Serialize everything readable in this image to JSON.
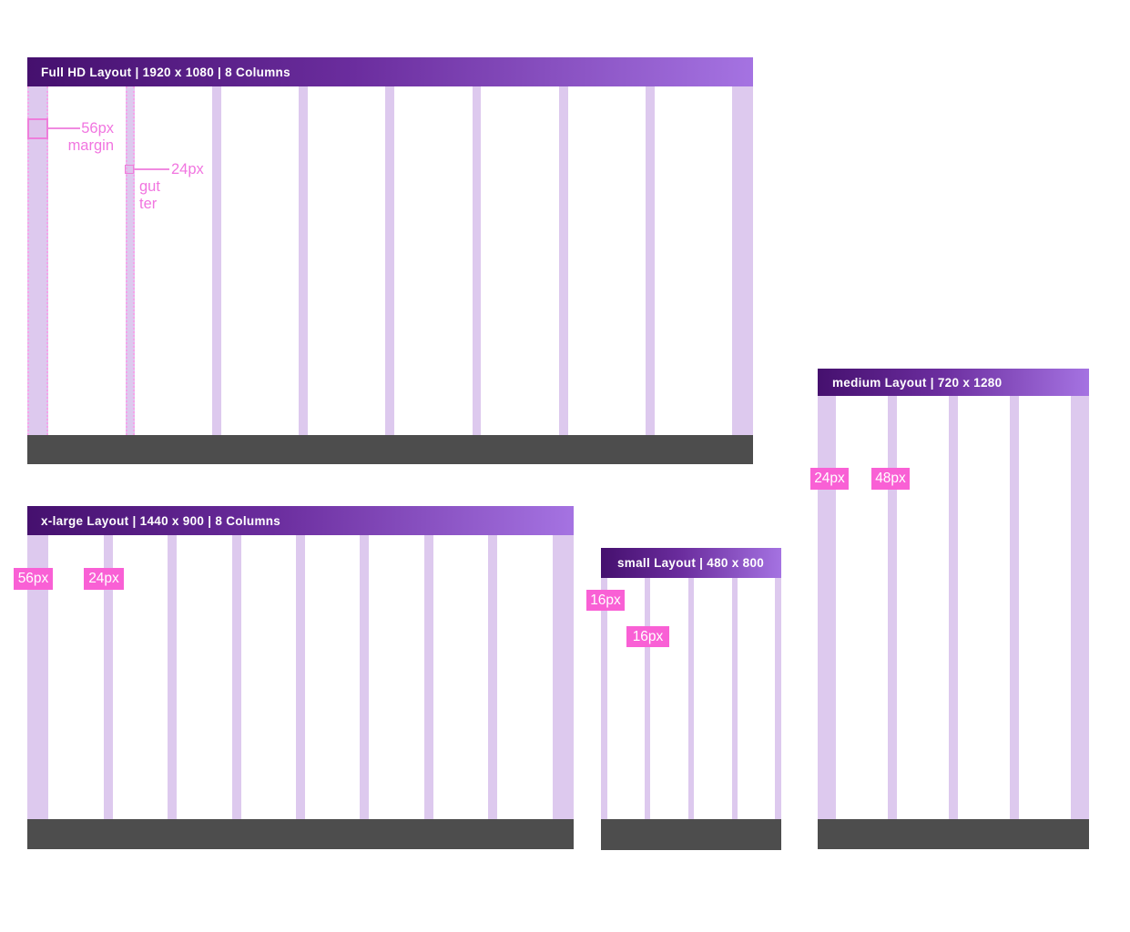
{
  "artboards": {
    "full_hd": {
      "title": "Full HD Layout | 1920 x 1080 | 8 Columns",
      "annotations": {
        "margin": {
          "value": "56px",
          "word": "margin"
        },
        "gutter": {
          "value": "24px",
          "word_lines": [
            "gut",
            "ter"
          ]
        }
      }
    },
    "x_large": {
      "title": "x-large Layout | 1440 x 900 | 8 Columns",
      "margin_label": "56px",
      "gutter_label": "24px"
    },
    "small": {
      "title": "small Layout | 480 x 800",
      "margin_label": "16px",
      "gutter_label": "16px"
    },
    "medium": {
      "title": "medium Layout | 720 x 1280",
      "margin_label": "24px",
      "gutter_label": "48px"
    }
  },
  "colors": {
    "header_gradient_start": "#45106e",
    "header_gradient_end": "#a573e2",
    "strip_lavender": "#ddc9ee",
    "dotted_border_pink": "#f6a3ea",
    "footer_gray": "#4d4d4d",
    "chip_pink": "#f960d5",
    "annotation_pink": "#f175e0",
    "title_text": "#ffffff"
  }
}
